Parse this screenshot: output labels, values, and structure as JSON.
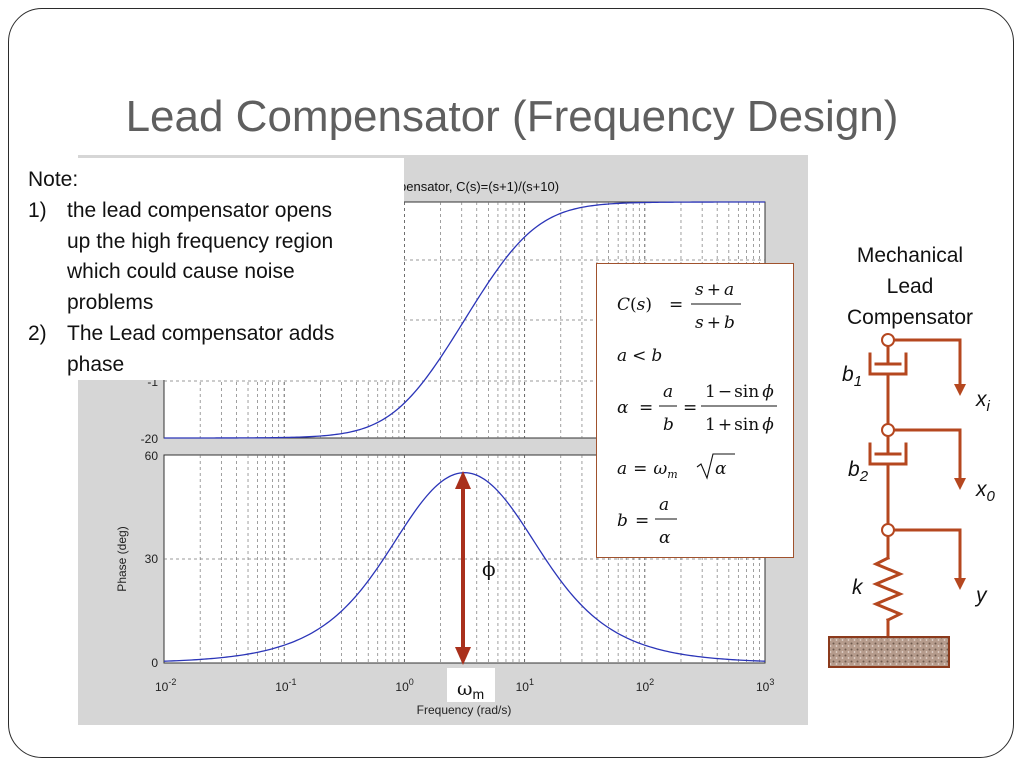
{
  "slide": {
    "title": "Lead Compensator (Frequency Design)"
  },
  "note": {
    "heading": "Note:",
    "items": [
      {
        "num": "1)",
        "lines": [
          "the lead compensator opens",
          "up the high frequency region",
          "which could cause noise",
          "problems"
        ]
      },
      {
        "num": "2)",
        "lines": [
          "The Lead compensator adds",
          "phase"
        ]
      }
    ]
  },
  "bode": {
    "title_visible": "pensator, C(s)=(s+1)/(s+10)",
    "mag_tick_bottom": "-20",
    "mag_tick_partial": "-1",
    "phase_ticks": [
      "60",
      "30",
      "0"
    ],
    "phase_ylabel": "Phase (deg)",
    "xlabel": "Frequency  (rad/s)",
    "x_ticks_base": [
      "10",
      "10",
      "10",
      "10",
      "10",
      "10"
    ],
    "x_ticks_exp": [
      "-2",
      "-1",
      "0",
      "1",
      "2",
      "3"
    ],
    "phi_label": "ϕ",
    "omega_label": "ω",
    "omega_sub": "m"
  },
  "chart_data": {
    "type": "line",
    "title": "pensator, C(s)=(s+1)/(s+10)",
    "xlabel": "Frequency  (rad/s)",
    "x_scale": "log",
    "xlim": [
      0.01,
      1000
    ],
    "panels": [
      {
        "name": "magnitude",
        "ylabel": "",
        "ylim": [
          -20,
          0
        ],
        "y_ticks": [
          -20
        ],
        "series": [
          {
            "x": [
              0.01,
              0.1,
              0.3,
              0.6,
              1,
              2,
              3.16,
              5,
              10,
              20,
              50,
              100,
              1000
            ],
            "y": [
              -20,
              -19.96,
              -19.6,
              -18.7,
              -17,
              -13.1,
              -10,
              -6.9,
              -3,
              -1.0,
              -0.17,
              -0.04,
              0
            ]
          }
        ]
      },
      {
        "name": "phase",
        "ylabel": "Phase (deg)",
        "ylim": [
          0,
          60
        ],
        "y_ticks": [
          0,
          30,
          60
        ],
        "series": [
          {
            "x": [
              0.01,
              0.03,
              0.1,
              0.3,
              0.6,
              1,
              2,
              3.16,
              5,
              10,
              20,
              50,
              100,
              300,
              1000
            ],
            "y": [
              0.5,
              1.5,
              5.1,
              14.5,
              25.3,
              39.3,
              50.2,
              54.9,
              52.1,
              39.3,
              25.4,
              10.6,
              5.1,
              1.7,
              0.5
            ]
          }
        ]
      }
    ],
    "annotations": [
      "ϕ",
      "ωm"
    ],
    "grid": true
  },
  "equations": {
    "lines": [
      "C(s) = (s+a)/(s+b)",
      "a < b",
      "α = a/b = (1−sin ϕ)/(1+sin ϕ)",
      "a = ω_m √α",
      "b = a/α"
    ],
    "C": "C",
    "s": "s",
    "a": "a",
    "b": "b",
    "alpha": "α",
    "omega": "ω",
    "m": "m",
    "eq": "=",
    "lt": "<",
    "plus": "+",
    "minus": "−",
    "one": "1",
    "sin": "sin",
    "phi": "ϕ",
    "sqrt": "√",
    "lparen": "(",
    "rparen": ")"
  },
  "mechanical": {
    "title_lines": [
      "Mechanical",
      "Lead",
      "Compensator"
    ],
    "b1": "b",
    "b1_sub": "1",
    "b2": "b",
    "b2_sub": "2",
    "k": "k",
    "xi": "x",
    "xi_sub": "i",
    "x0": "x",
    "x0_sub": "0",
    "y": "y"
  },
  "colors": {
    "title": "#5f5f5f",
    "curve": "#2b35b8",
    "arrow": "#a9301c",
    "mech": "#b5471f",
    "eq_border": "#a0522d",
    "plot_bg": "#d6d6d6"
  }
}
